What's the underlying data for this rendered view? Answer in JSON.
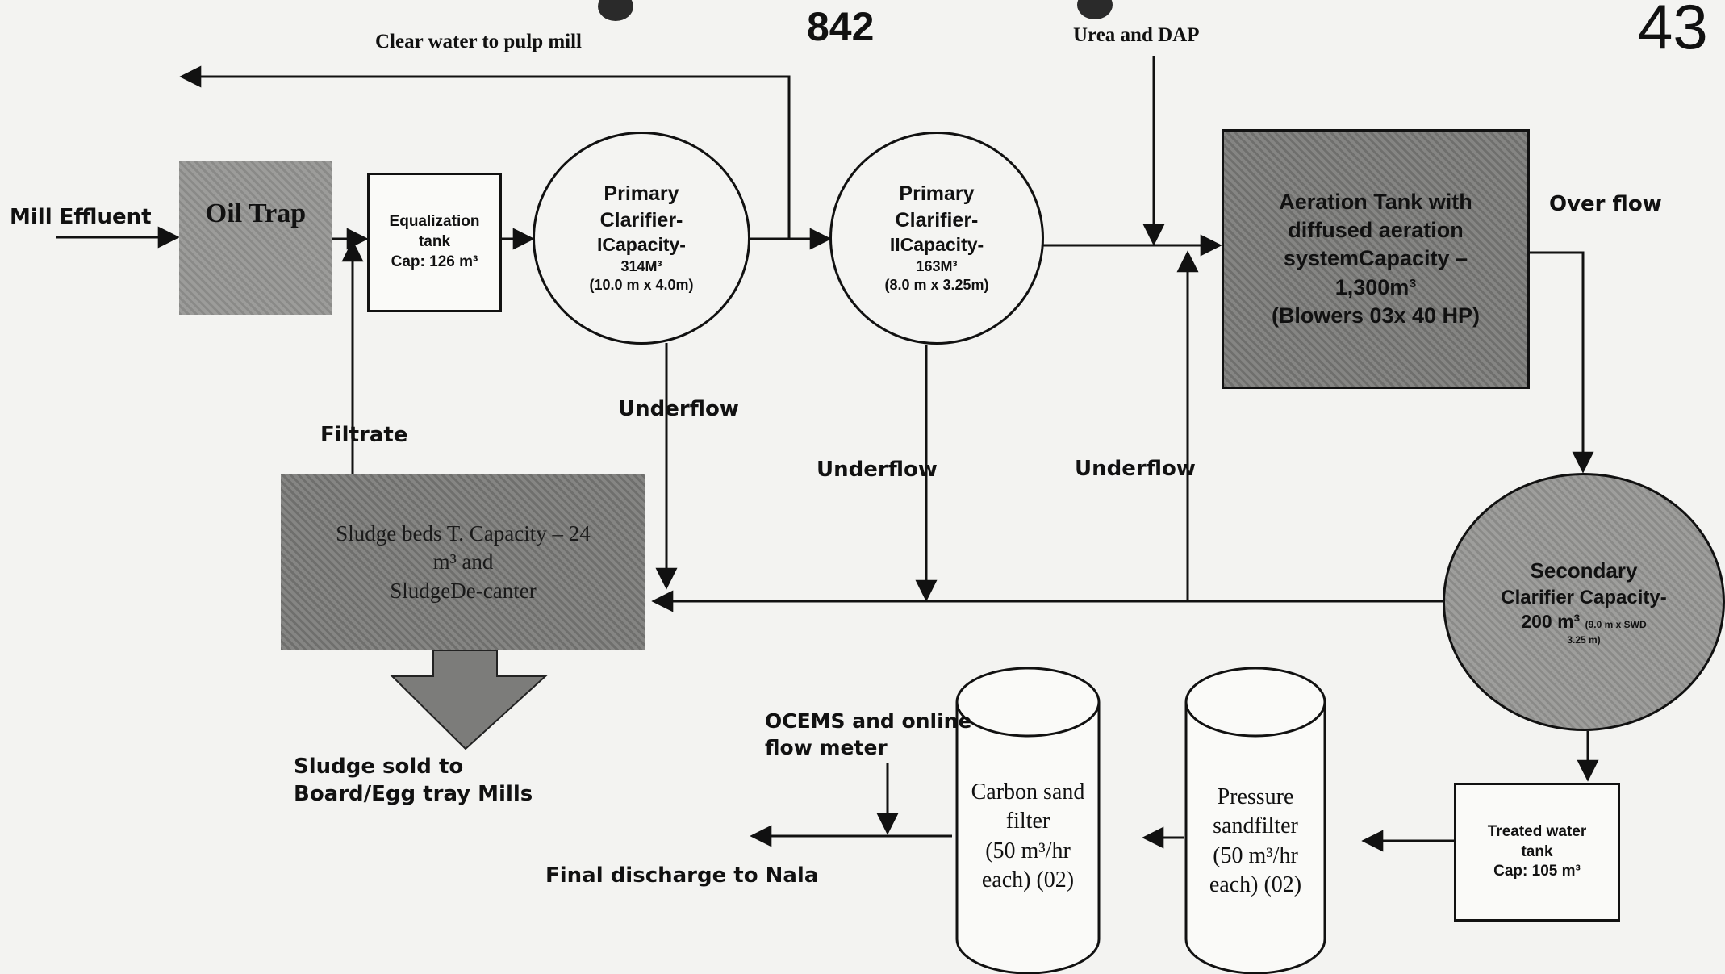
{
  "page_number": "842",
  "corner_number": "43",
  "labels": {
    "clear_water": "Clear water to pulp mill",
    "urea_dap": "Urea and DAP",
    "mill_effluent": "Mill Effluent",
    "over_flow": "Over flow",
    "filtrate": "Filtrate",
    "underflow": "Underflow",
    "sludge_sold_1": "Sludge sold to",
    "sludge_sold_2": "Board/Egg tray Mills",
    "ocems_1": "OCEMS and online",
    "ocems_2": "flow meter",
    "final_discharge": "Final discharge to Nala"
  },
  "nodes": {
    "oil_trap": "Oil Trap",
    "equalization": {
      "line1": "Equalization",
      "line2": "tank",
      "line3": "Cap: 126 m³"
    },
    "primary1": {
      "line1": "Primary",
      "line2": "Clarifier-",
      "line3": "ICapacity-",
      "line4": "314M³",
      "line5": "(10.0 m x 4.0m)"
    },
    "primary2": {
      "line1": "Primary",
      "line2": "Clarifier-",
      "line3": "IICapacity-",
      "line4": "163M³",
      "line5": "(8.0 m x 3.25m)"
    },
    "aeration": {
      "line1": "Aeration Tank with",
      "line2": "diffused aeration",
      "line3": "systemCapacity –",
      "line4": "1,300m³",
      "line5": "(Blowers 03x 40 HP)"
    },
    "secondary": {
      "line1": "Secondary",
      "line2": "Clarifier Capacity-",
      "line3": "200 m³",
      "line3_small": "(9.0 m x SWD",
      "line4": "3.25 m)"
    },
    "sludge_beds": {
      "line1": "Sludge beds T. Capacity – 24",
      "line2": "m³ and",
      "line3": "SludgeDe-canter"
    },
    "treated_tank": {
      "line1": "Treated water",
      "line2": "tank",
      "line3": "Cap: 105 m³"
    },
    "pressure_filter": {
      "line1": "Pressure",
      "line2": "sandfilter",
      "line3": "(50 m³/hr",
      "line4": "each) (02)"
    },
    "carbon_filter": {
      "line1": "Carbon  sand",
      "line2": "filter",
      "line3": "(50 m³/hr",
      "line4": "each) (02)"
    }
  }
}
